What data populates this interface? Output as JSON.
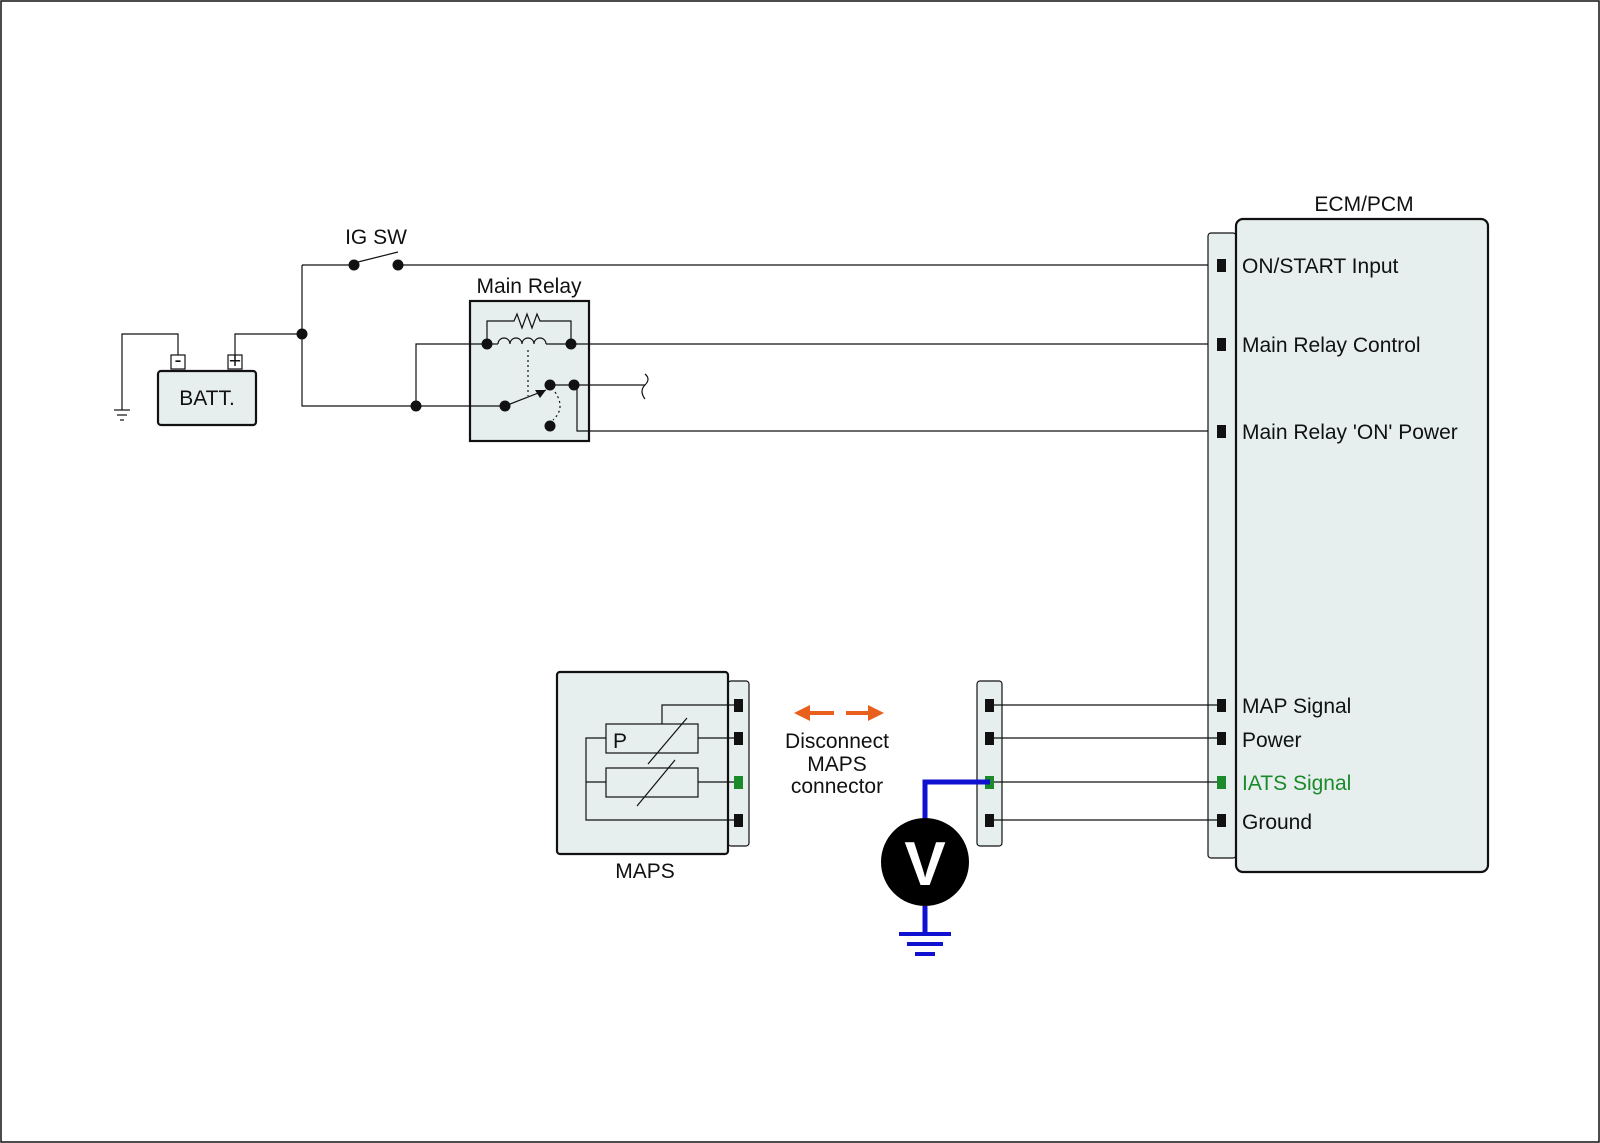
{
  "labels": {
    "ig_sw": "IG SW",
    "main_relay": "Main Relay",
    "battery": "BATT.",
    "battery_minus": "-",
    "battery_plus": "+",
    "ecm": "ECM/PCM",
    "maps": "MAPS",
    "sensor_p": "P",
    "voltmeter": "V",
    "disconnect_line1": "Disconnect",
    "disconnect_line2": "MAPS",
    "disconnect_line3": "connector"
  },
  "ecm_pins": [
    "ON/START Input",
    "Main Relay Control",
    "Main Relay 'ON' Power",
    "MAP Signal",
    "Power",
    "IATS Signal",
    "Ground"
  ],
  "colors": {
    "highlight_pin": "#1a8a2a",
    "probe_wire": "#1010d0",
    "arrow": "#e8601c",
    "box_fill": "#e6eeee"
  }
}
